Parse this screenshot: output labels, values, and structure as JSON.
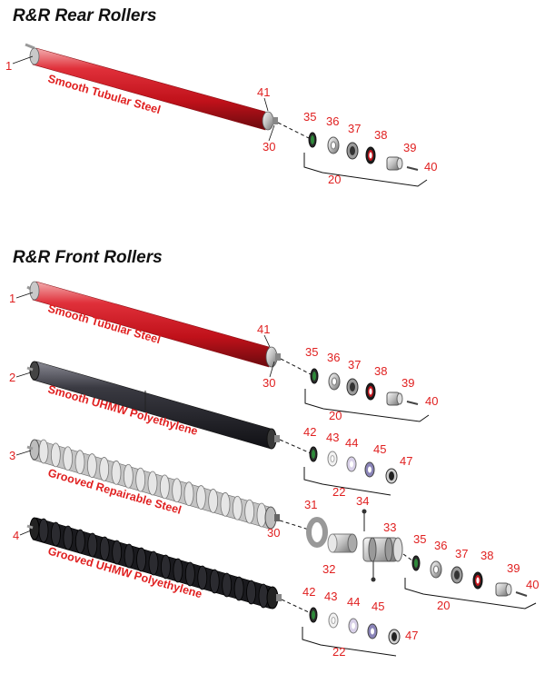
{
  "sections": [
    {
      "title": "R&R Rear Rollers",
      "rollers": [
        {
          "callout": "1",
          "label": "Smooth Tubular Steel",
          "style": "red-smooth"
        }
      ],
      "parts": [
        "41",
        "30",
        "35",
        "36",
        "37",
        "38",
        "39",
        "40",
        "20"
      ]
    },
    {
      "title": "R&R Front Rollers",
      "rollers": [
        {
          "callout": "1",
          "label": "Smooth Tubular Steel",
          "style": "red-smooth"
        },
        {
          "callout": "2",
          "label": "Smooth UHMW Polyethylene",
          "style": "black-smooth"
        },
        {
          "callout": "3",
          "label": "Grooved Repairable Steel",
          "style": "silver-grooved"
        },
        {
          "callout": "4",
          "label": "Grooved UHMW Polyethylene",
          "style": "black-grooved"
        }
      ],
      "parts": [
        "41",
        "30",
        "35",
        "36",
        "37",
        "38",
        "39",
        "40",
        "20",
        "42",
        "43",
        "44",
        "45",
        "47",
        "22",
        "31",
        "32",
        "33",
        "34"
      ]
    }
  ],
  "colors": {
    "callout": "#e02020",
    "red_roller": "#c8141c",
    "black_roller": "#2a2a30",
    "silver_roller": "#d4d4d4"
  }
}
